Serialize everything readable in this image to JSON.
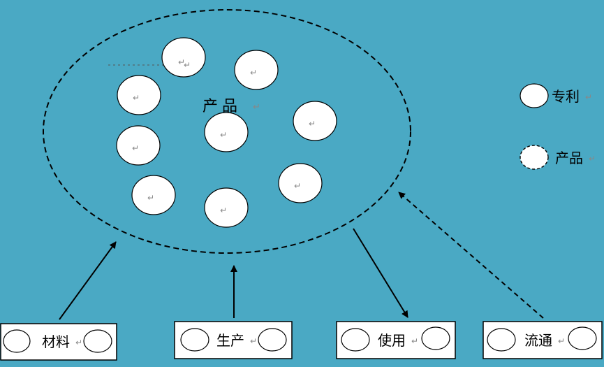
{
  "colors": {
    "background": "#4aa9c4",
    "circle_fill": "#ffffff",
    "stroke": "#000000",
    "return_mark": "#888888"
  },
  "product_label": "产品",
  "return_mark": "↵",
  "legend": {
    "patent_label": "专利",
    "product_label": "产品"
  },
  "stages": {
    "material": "材料",
    "production": "生产",
    "use": "使用",
    "circulation": "流通"
  }
}
